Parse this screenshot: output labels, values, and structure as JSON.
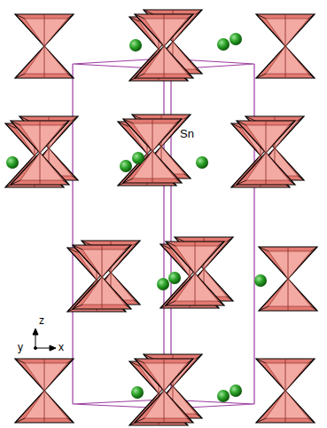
{
  "diagram": {
    "labels": [
      "Sn",
      "z",
      "y",
      "x"
    ]
  }
}
